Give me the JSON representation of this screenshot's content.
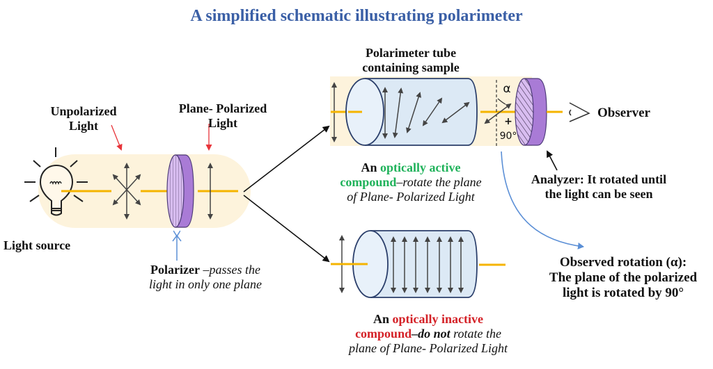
{
  "title": "A simplified schematic illustrating polarimeter",
  "colors": {
    "title": "#3a5fa6",
    "beam_background": "#fdf3dc",
    "light_ray": "#f5b400",
    "polarizer": "#a97bd6",
    "tube_fill": "#dce9f5",
    "tube_stroke": "#2b3f6b",
    "active_text": "#1fb25a",
    "inactive_text": "#d42127",
    "blue_arrow": "#5b8fd6",
    "red_arrow": "#e8343a"
  },
  "labels": {
    "unpolarized_line1": "Unpolarized",
    "unpolarized_line2": "Light",
    "plane_polarized_line1": "Plane- Polarized",
    "plane_polarized_line2": "Light",
    "light_source": "Light source",
    "polarizer_bold": "Polarizer",
    "polarizer_desc1": " –passes the",
    "polarizer_desc2": "light in only one plane",
    "tube_line1": "Polarimeter tube",
    "tube_line2": "containing sample",
    "observer": "Observer",
    "alpha_symbol": "α",
    "plus": "+",
    "angle": "90°",
    "analyzer_line1": "Analyzer: It rotated until",
    "analyzer_line2": "the light can be seen",
    "active_an": "An ",
    "active_colored1": "optically active",
    "active_colored2": "compound",
    "active_desc1": "–rotate the plane",
    "active_desc2": "of  Plane- Polarized Light",
    "inactive_an": "An ",
    "inactive_colored1": "optically inactive",
    "inactive_colored2": "compound",
    "inactive_dash": "–",
    "inactive_bold_italic": "do not",
    "inactive_desc1": " rotate the",
    "inactive_desc2": "plane of  Plane- Polarized Light",
    "observed_line1": "Observed rotation (α):",
    "observed_line2": "The plane of the polarized",
    "observed_line3": "light is rotated by 90°"
  }
}
